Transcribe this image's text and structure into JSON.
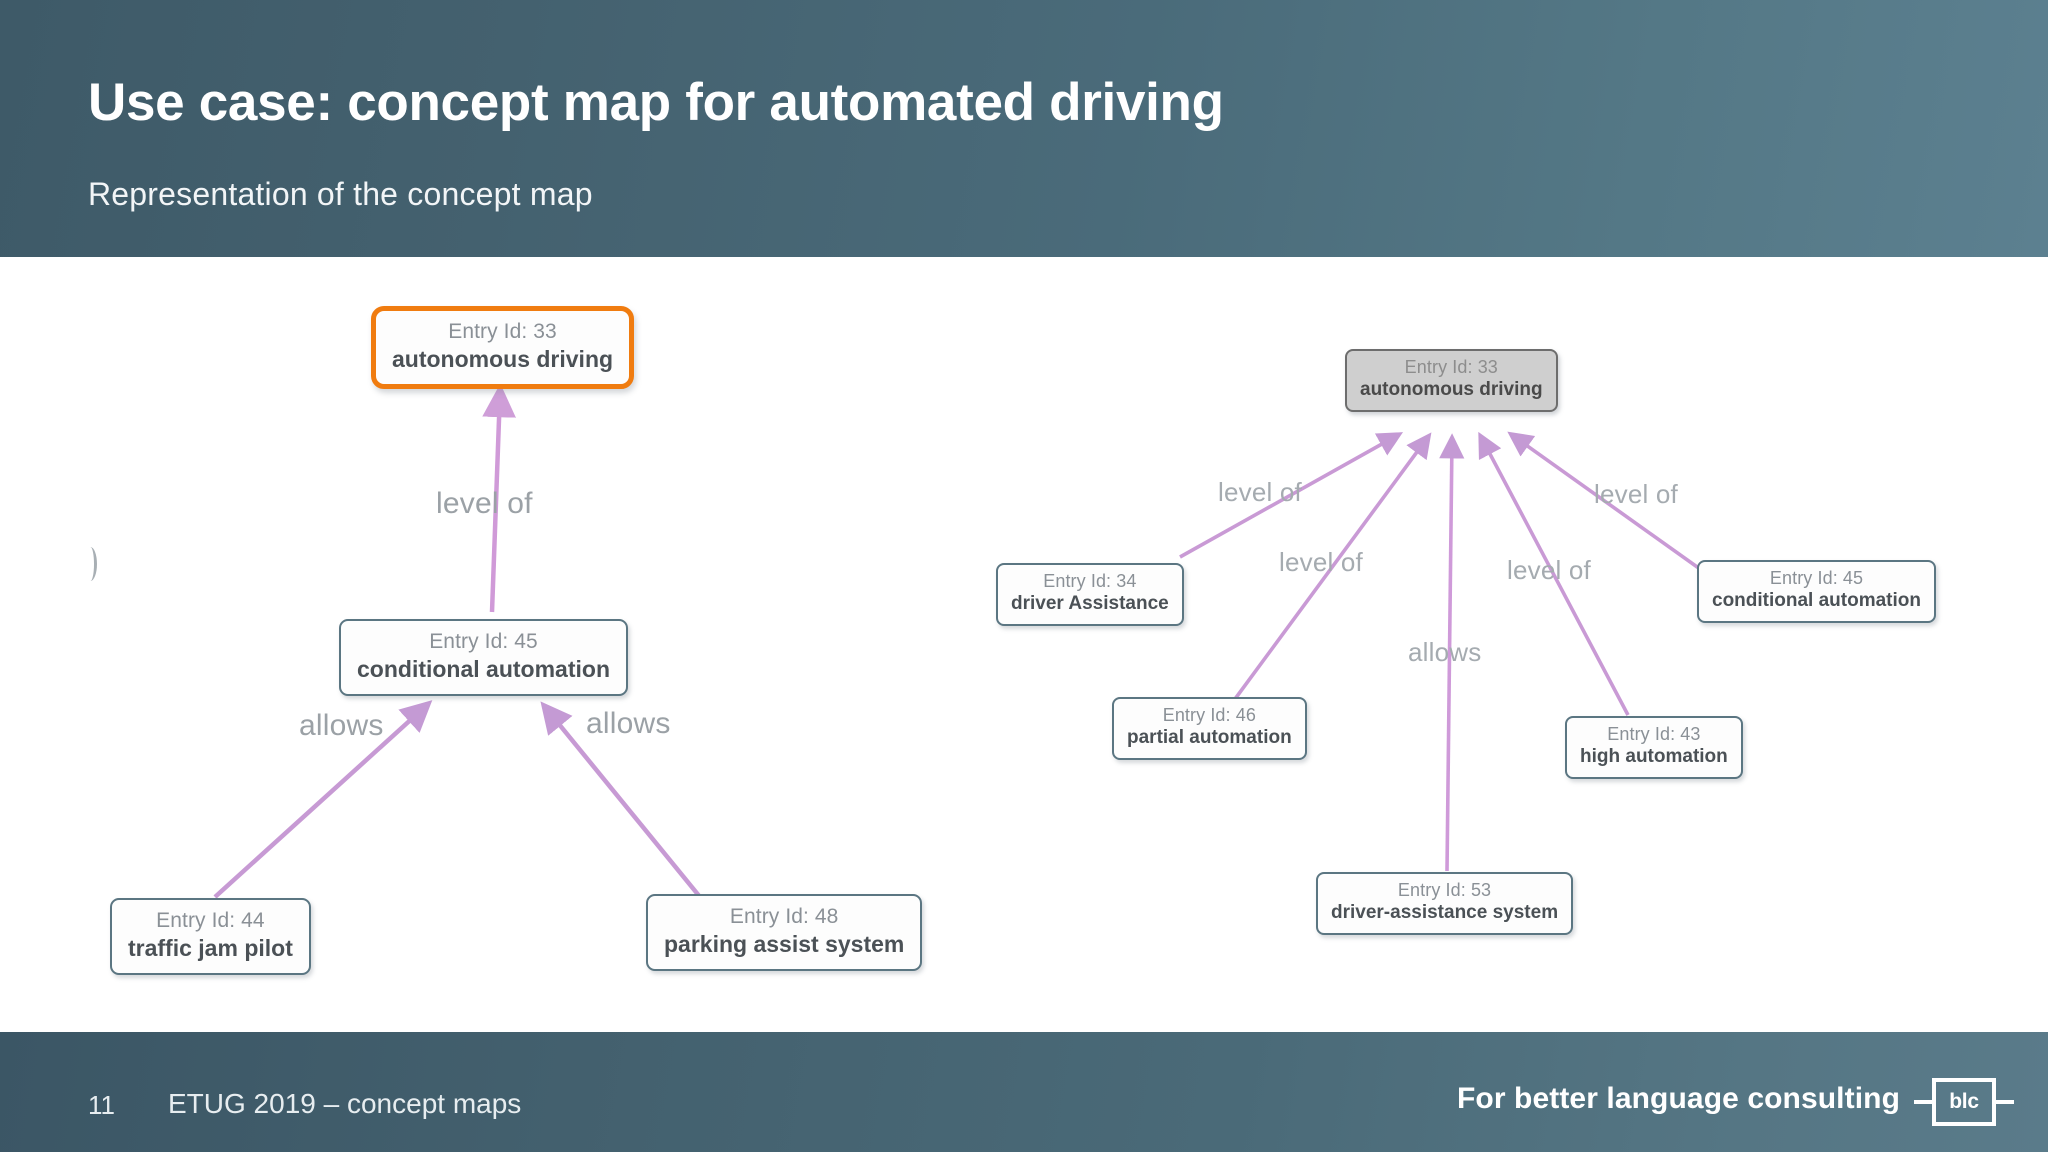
{
  "header": {
    "title": "Use case: concept map for automated driving",
    "subtitle": "Representation of the concept map"
  },
  "footer": {
    "page_number": "11",
    "note": "ETUG 2019 – concept maps",
    "tagline": "For better language consulting",
    "logo_text": "blc"
  },
  "colors": {
    "header_bg": "#4a6b7a",
    "footer_bg": "#4a6a78",
    "node_border": "#5b7682",
    "node_fill": "#fdfdfd",
    "highlight_border": "#f07c10",
    "selected_fill": "#cfcfcf",
    "edge_stroke": "#c69ad0",
    "edge_label": "#9ba1a6"
  },
  "id_prefix": "Entry Id:",
  "graphs": [
    {
      "name": "left-concept-map",
      "nodes": [
        {
          "key": "l33",
          "id": "Entry Id: 33",
          "label": "autonomous driving",
          "state": "highlight"
        },
        {
          "key": "l45",
          "id": "Entry Id: 45",
          "label": "conditional automation",
          "state": "normal"
        },
        {
          "key": "l44",
          "id": "Entry Id: 44",
          "label": "traffic jam pilot",
          "state": "normal"
        },
        {
          "key": "l48",
          "id": "Entry Id: 48",
          "label": "parking assist system",
          "state": "normal"
        }
      ],
      "edges": [
        {
          "from": "l45",
          "to": "l33",
          "label": "level of"
        },
        {
          "from": "l44",
          "to": "l45",
          "label": "allows"
        },
        {
          "from": "l48",
          "to": "l45",
          "label": "allows"
        }
      ]
    },
    {
      "name": "right-concept-map",
      "nodes": [
        {
          "key": "r33",
          "id": "Entry Id: 33",
          "label": "autonomous driving",
          "state": "selected"
        },
        {
          "key": "r34",
          "id": "Entry Id: 34",
          "label": "driver Assistance",
          "state": "normal"
        },
        {
          "key": "r45",
          "id": "Entry Id: 45",
          "label": "conditional automation",
          "state": "normal"
        },
        {
          "key": "r46",
          "id": "Entry Id: 46",
          "label": "partial automation",
          "state": "normal"
        },
        {
          "key": "r43",
          "id": "Entry Id: 43",
          "label": "high automation",
          "state": "normal"
        },
        {
          "key": "r53",
          "id": "Entry Id: 53",
          "label": "driver-assistance system",
          "state": "normal"
        }
      ],
      "edges": [
        {
          "from": "r34",
          "to": "r33",
          "label": "level of"
        },
        {
          "from": "r46",
          "to": "r33",
          "label": "level of"
        },
        {
          "from": "r43",
          "to": "r33",
          "label": "level of"
        },
        {
          "from": "r45",
          "to": "r33",
          "label": "level of"
        },
        {
          "from": "r53",
          "to": "r33",
          "label": "allows"
        }
      ]
    }
  ]
}
